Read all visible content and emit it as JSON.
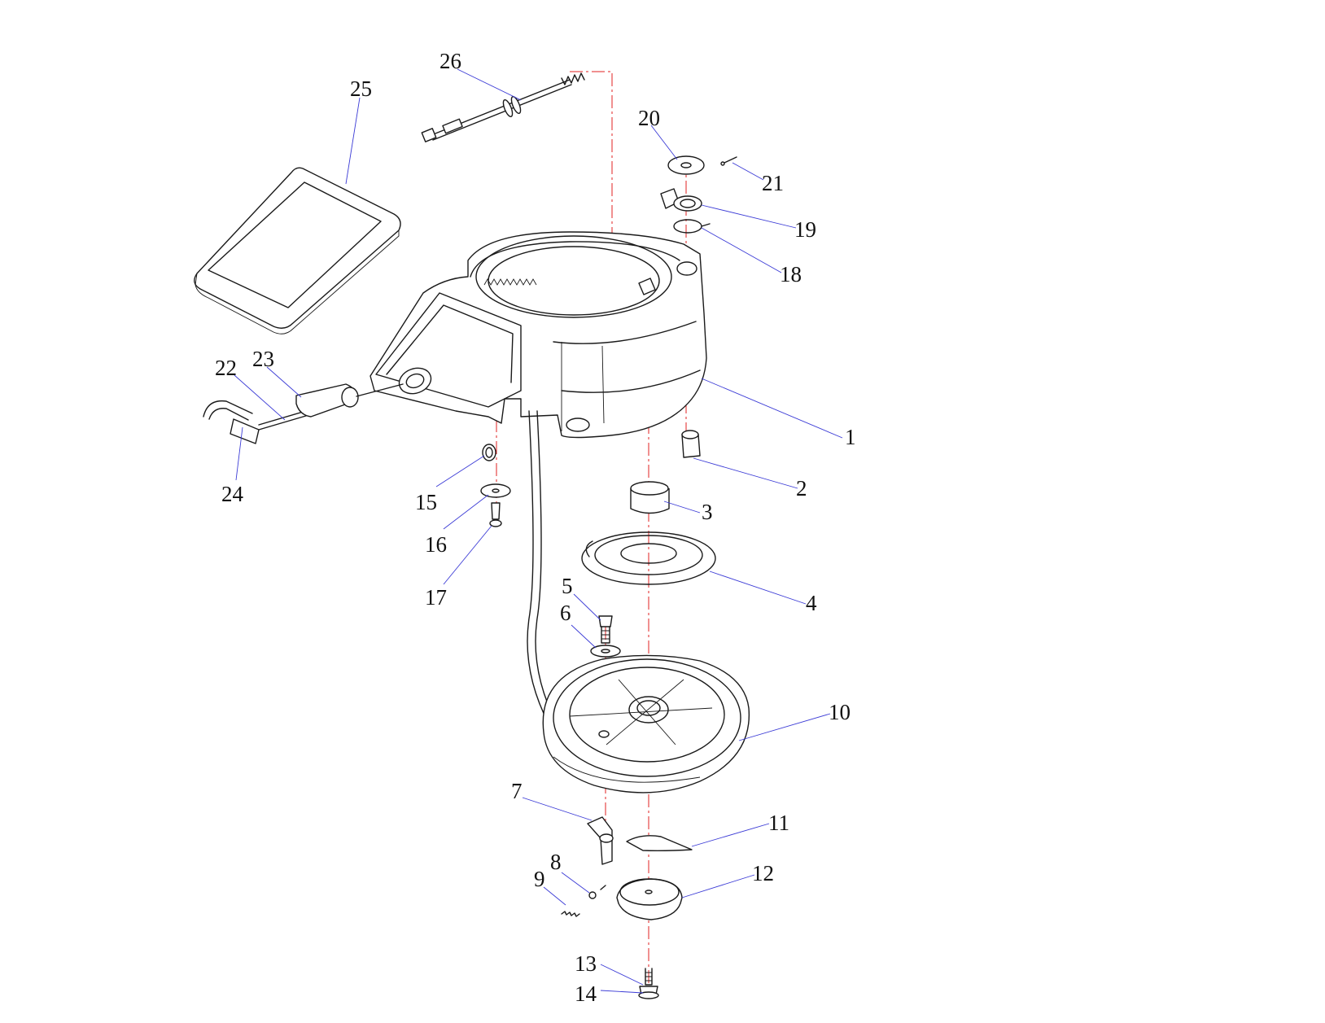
{
  "diagram": {
    "type": "exploded-parts-view",
    "colors": {
      "parts": "#1a1a1a",
      "leader_lines": "#3b3bd6",
      "center_axis": "#e02020",
      "background": "#ffffff"
    },
    "labels": {
      "p1": "1",
      "p2": "2",
      "p3": "3",
      "p4": "4",
      "p5": "5",
      "p6": "6",
      "p7": "7",
      "p8": "8",
      "p9": "9",
      "p10": "10",
      "p11": "11",
      "p12": "12",
      "p13": "13",
      "p14": "14",
      "p15": "15",
      "p16": "16",
      "p17": "17",
      "p18": "18",
      "p19": "19",
      "p20": "20",
      "p21": "21",
      "p22": "22",
      "p23": "23",
      "p24": "24",
      "p25": "25",
      "p26": "26"
    }
  }
}
